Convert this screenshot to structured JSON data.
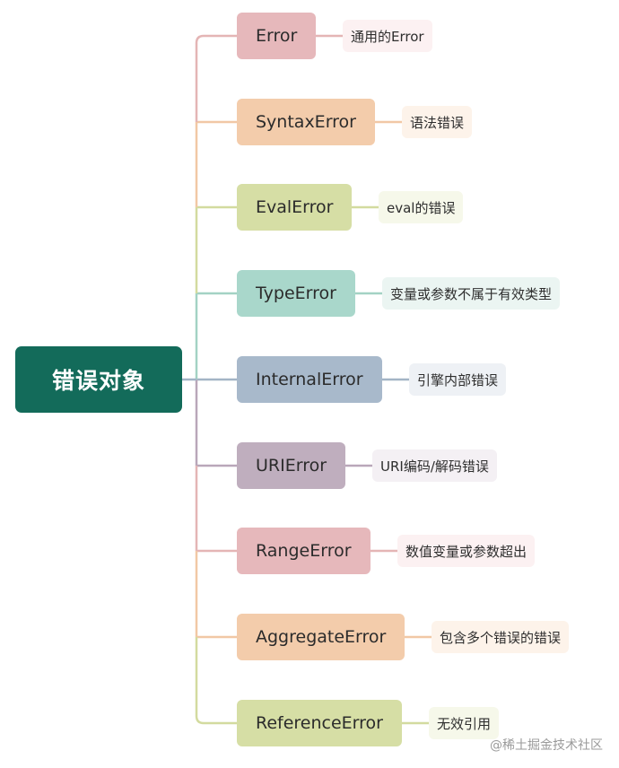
{
  "root": {
    "label": "错误对象"
  },
  "branches": [
    {
      "label": "Error",
      "note": "通用的Error",
      "color": "#e6b8bb",
      "note_bg": "#fcf1f2",
      "line_color": "#e4b5b5"
    },
    {
      "label": "SyntaxError",
      "note": "语法错误",
      "color": "#f3ccab",
      "note_bg": "#fdf3ea",
      "line_color": "#f1c8a5"
    },
    {
      "label": "EvalError",
      "note": "eval的错误",
      "color": "#d6dea5",
      "note_bg": "#f6f8ea",
      "line_color": "#d3db9f"
    },
    {
      "label": "TypeError",
      "note": "变量或参数不属于有效类型",
      "color": "#a9d7cb",
      "note_bg": "#ebf5f2",
      "line_color": "#a3d2c4"
    },
    {
      "label": "InternalError",
      "note": "引擎内部错误",
      "color": "#a8b9cb",
      "note_bg": "#eef1f5",
      "line_color": "#a3b4c6"
    },
    {
      "label": "URIError",
      "note": "URI编码/解码错误",
      "color": "#bfaebe",
      "note_bg": "#f4f0f4",
      "line_color": "#b9a7b9"
    },
    {
      "label": "RangeError",
      "note": "数值变量或参数超出",
      "color": "#e6b8bb",
      "note_bg": "#fcf1f2",
      "line_color": "#e4b5b5"
    },
    {
      "label": "AggregateError",
      "note": "包含多个错误的错误",
      "color": "#f3ccab",
      "note_bg": "#fdf3ea",
      "line_color": "#f1c8a5"
    },
    {
      "label": "ReferenceError",
      "note": "无效引用",
      "color": "#d6dea5",
      "note_bg": "#f6f8ea",
      "line_color": "#d3db9f"
    }
  ],
  "watermark": "@稀土掘金技术社区"
}
